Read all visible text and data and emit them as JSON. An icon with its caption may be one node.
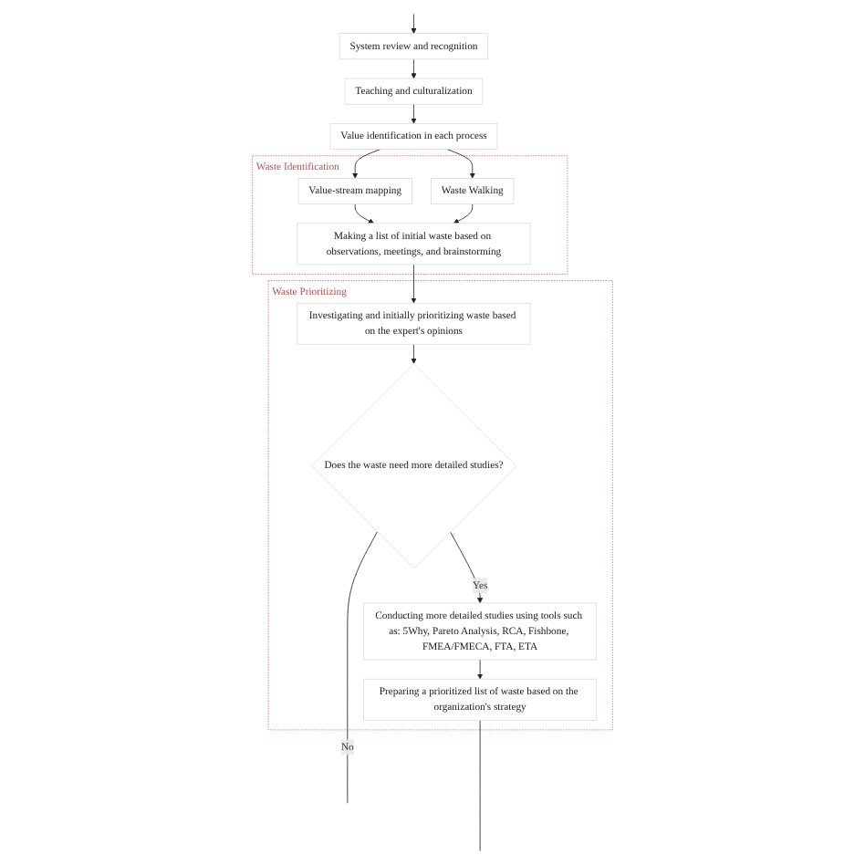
{
  "diagram": {
    "nodes": [
      {
        "text": [
          "System review and recognition"
        ]
      },
      {
        "text": [
          "Teaching and culturalization"
        ]
      },
      {
        "text": [
          "Value identification in each process"
        ]
      },
      {
        "text": [
          "Waste Identification"
        ]
      },
      {
        "text": [
          "Value-stream mapping"
        ],
        "in": 3
      },
      {
        "text": [
          "Waste Walking"
        ],
        "in": 3
      },
      {
        "text": [
          "Making a list of initial waste based on observations, meetings, and brainstorming"
        ],
        "in": 3
      },
      {
        "text": [
          "Waste Prioritizing"
        ]
      },
      {
        "text": [
          "Investigating and initially prioritizing waste based on the expert's opinions"
        ],
        "in": 7
      },
      {
        "text": [
          "Does the waste need more detailed studies?"
        ],
        "in": 7
      },
      {
        "text": [
          "Conducting more detailed studies using tools such as: 5Why, Pareto Analysis, RCA, Fishbone, FMEA/FMECA, FTA, ETA"
        ],
        "in": 7
      },
      {
        "text": [
          "Preparing a prioritized list of waste based on the organization's strategy"
        ],
        "in": 7
      }
    ],
    "edges": [
      {
        "from": null,
        "to": 0,
        "arrow": "to"
      },
      {
        "from": 0,
        "to": 1,
        "arrow": "to"
      },
      {
        "from": 1,
        "to": 2,
        "arrow": "to"
      },
      {
        "from": 2,
        "to": 4,
        "arrow": "to"
      },
      {
        "from": 2,
        "to": 5,
        "arrow": "to"
      },
      {
        "from": 4,
        "to": 6,
        "arrow": "to"
      },
      {
        "from": 5,
        "to": 6,
        "arrow": "to"
      },
      {
        "from": 6,
        "to": 8,
        "arrow": "to"
      },
      {
        "from": 8,
        "to": 9,
        "arrow": "to"
      },
      {
        "from": 9,
        "to": 10,
        "label": "Yes",
        "arrow": "to"
      },
      {
        "from": 10,
        "to": 11,
        "arrow": "to"
      },
      {
        "from": 9,
        "to": null,
        "label": "No",
        "arrow": "none"
      },
      {
        "from": 11,
        "to": null,
        "arrow": "none"
      }
    ]
  }
}
